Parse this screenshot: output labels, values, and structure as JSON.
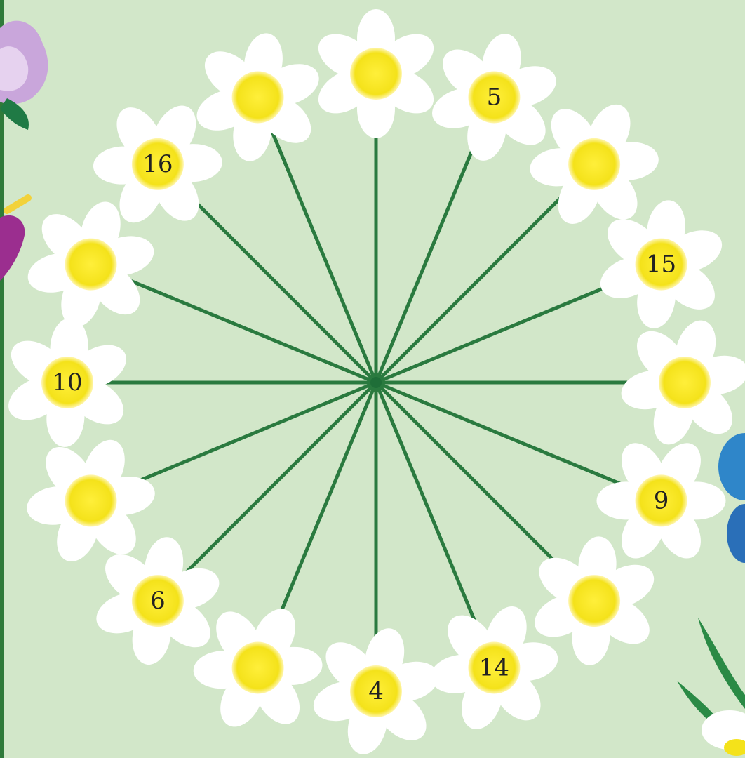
{
  "board": {
    "flowers": [
      {
        "id": "top",
        "number": ""
      },
      {
        "id": "top-right-1",
        "number": "5"
      },
      {
        "id": "top-right-2",
        "number": ""
      },
      {
        "id": "right-upper",
        "number": "15"
      },
      {
        "id": "right",
        "number": ""
      },
      {
        "id": "right-lower",
        "number": "9"
      },
      {
        "id": "bottom-right-2",
        "number": ""
      },
      {
        "id": "bottom-right-1",
        "number": "14"
      },
      {
        "id": "bottom",
        "number": "4"
      },
      {
        "id": "bottom-left-1",
        "number": ""
      },
      {
        "id": "bottom-left-2",
        "number": "6"
      },
      {
        "id": "left-lower",
        "number": ""
      },
      {
        "id": "left",
        "number": "10"
      },
      {
        "id": "left-upper",
        "number": ""
      },
      {
        "id": "top-left-2",
        "number": "16"
      },
      {
        "id": "top-left-1",
        "number": ""
      }
    ]
  },
  "colors": {
    "background": "#d2e7c9",
    "spoke": "#2a7a3f",
    "petal": "#ffffff",
    "center": "#f4e21a",
    "center_glow": "#fff3a0",
    "purple_flower": "#c9a6db",
    "magenta_flower": "#9b2e8f",
    "blue_flower": "#2f86c9",
    "leaf": "#2a8a45"
  }
}
